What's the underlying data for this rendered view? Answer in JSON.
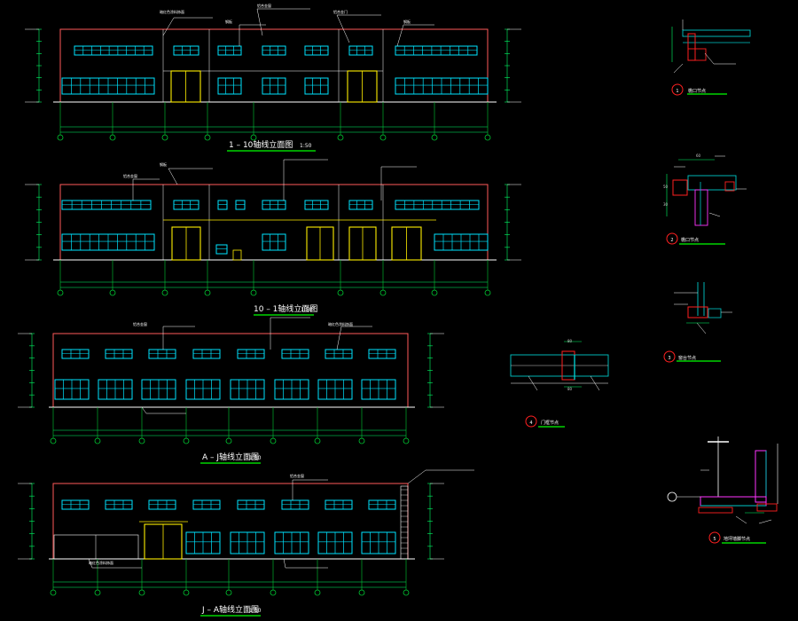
{
  "colors": {
    "background": "#000000",
    "wall_outline": "#ff5a5a",
    "window": "#00e5ff",
    "door": "#ffee00",
    "grid_line": "#00cc33",
    "dimension": "#00ff66",
    "leader": "#ffffff",
    "title_underline": "#00ff00",
    "detail_steel": "#ff2020",
    "detail_cyan": "#00c8c8",
    "detail_magenta": "#ff33ff"
  },
  "elevations": [
    {
      "title": "1 – 10轴线立面图",
      "scale": "1:50",
      "callouts": [
        "暗红色涂料饰面",
        "钢板",
        "铝合金窗",
        "铝合金门",
        "钢板"
      ]
    },
    {
      "title": "10 – 1轴线立面图",
      "scale": "1:50",
      "callouts": [
        "铝合金窗",
        "钢板"
      ]
    },
    {
      "title": "A – J轴线立面图",
      "scale": "1:50",
      "callouts": [
        "铝合金窗",
        "暗红色涂料饰面"
      ]
    },
    {
      "title": "J – A轴线立面图",
      "scale": "1:50",
      "callouts": [
        "铝合金窗",
        "暗红色涂料饰面"
      ]
    }
  ],
  "details": [
    {
      "number": "1",
      "title": "檐口节点"
    },
    {
      "number": "2",
      "title": "檐口节点",
      "dims": [
        "60",
        "50",
        "30"
      ]
    },
    {
      "number": "3",
      "title": "窗台节点"
    },
    {
      "number": "4",
      "title": "门框节点",
      "dims": [
        "80",
        "80"
      ]
    },
    {
      "number": "5",
      "title": "地坪墙脚节点"
    }
  ]
}
